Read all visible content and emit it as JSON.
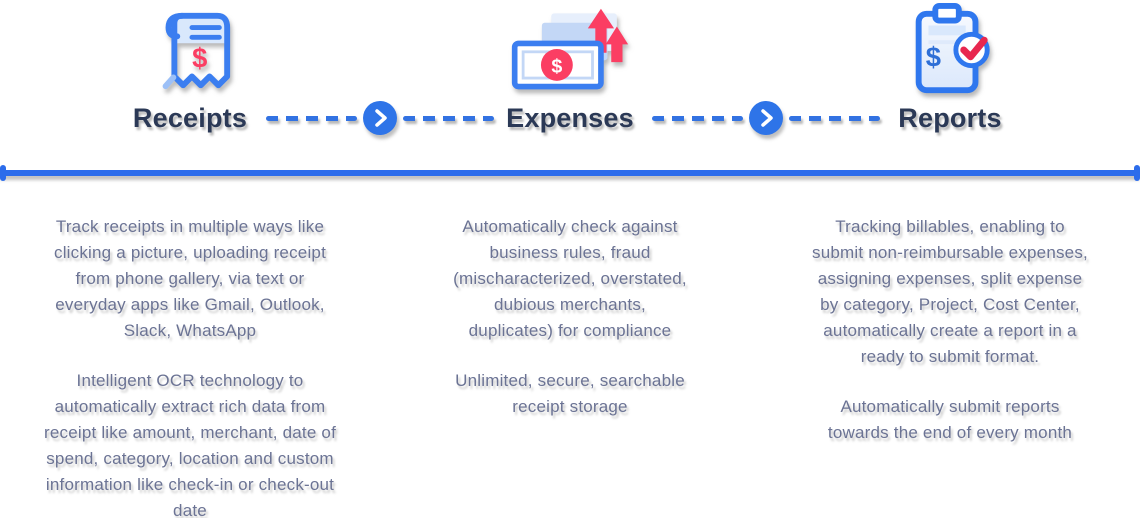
{
  "steps": [
    {
      "label": "Receipts",
      "icon": "receipt-icon",
      "paragraphs": [
        "Track receipts in multiple ways like clicking a picture, uploading receipt from phone gallery, via text or everyday apps like Gmail, Outlook, Slack, WhatsApp",
        "Intelligent OCR technology to automatically extract rich data from receipt like amount, merchant, date of spend, category, location and custom information like check-in or check-out date"
      ]
    },
    {
      "label": "Expenses",
      "icon": "expenses-icon",
      "paragraphs": [
        "Automatically check against business rules, fraud (mischaracterized, overstated, dubious merchants, duplicates) for compliance",
        "Unlimited, secure, searchable receipt storage"
      ]
    },
    {
      "label": "Reports",
      "icon": "reports-icon",
      "paragraphs": [
        "Tracking billables, enabling to submit non-reimbursable expenses, assigning expenses, split expense by category, Project, Cost Center, automatically create a report in a ready to submit format.",
        "Automatically submit reports towards the end of every month"
      ]
    }
  ],
  "connector": {
    "icon": "chevron-right-icon"
  },
  "colors": {
    "primary_blue": "#2e74e8",
    "divider_blue": "#2c6ceb",
    "icon_light_blue": "#d9e8fc",
    "accent_pink": "#fb3e63",
    "check_red": "#e8274f",
    "heading_navy": "#2b3956",
    "body_text": "#6b7394"
  }
}
